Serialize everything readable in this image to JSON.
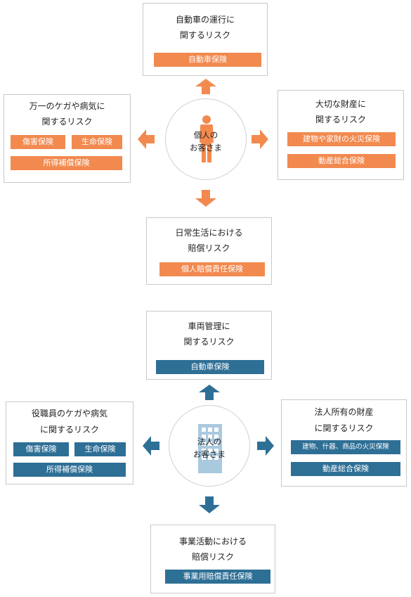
{
  "individual": {
    "center_label": [
      "個人の",
      "お客さま"
    ],
    "top": {
      "title": [
        "自動車の運行に",
        "関するリスク"
      ],
      "tags": [
        "自動車保険"
      ]
    },
    "left": {
      "title": [
        "万一のケガや病気に",
        "関するリスク"
      ],
      "tags": [
        "傷害保険",
        "生命保険",
        "所得補償保険"
      ]
    },
    "right": {
      "title": [
        "大切な財産に",
        "関するリスク"
      ],
      "tags": [
        "建物や家財の火災保険",
        "動産総合保険"
      ]
    },
    "bottom": {
      "title": [
        "日常生活における",
        "賠償リスク"
      ],
      "tags": [
        "個人賠償責任保険"
      ]
    }
  },
  "corporate": {
    "center_label": [
      "法人の",
      "お客さま"
    ],
    "top": {
      "title": [
        "車両管理に",
        "関するリスク"
      ],
      "tags": [
        "自動車保険"
      ]
    },
    "left": {
      "title": [
        "役職員のケガや病気",
        "に関するリスク"
      ],
      "tags": [
        "傷害保険",
        "生命保険",
        "所得補償保険"
      ]
    },
    "right": {
      "title": [
        "法人所有の財産",
        "に関するリスク"
      ],
      "tags": [
        "建物、什器、商品の火災保険",
        "動産総合保険"
      ]
    },
    "bottom": {
      "title": [
        "事業活動における",
        "賠償リスク"
      ],
      "tags": [
        "事業用賠償責任保険"
      ]
    }
  },
  "colors": {
    "individual_accent": "#f28a4f",
    "corporate_accent": "#2e6f96",
    "border": "#c9c9c9"
  },
  "icons": {
    "individual": "person-icon",
    "corporate": "building-icon"
  }
}
